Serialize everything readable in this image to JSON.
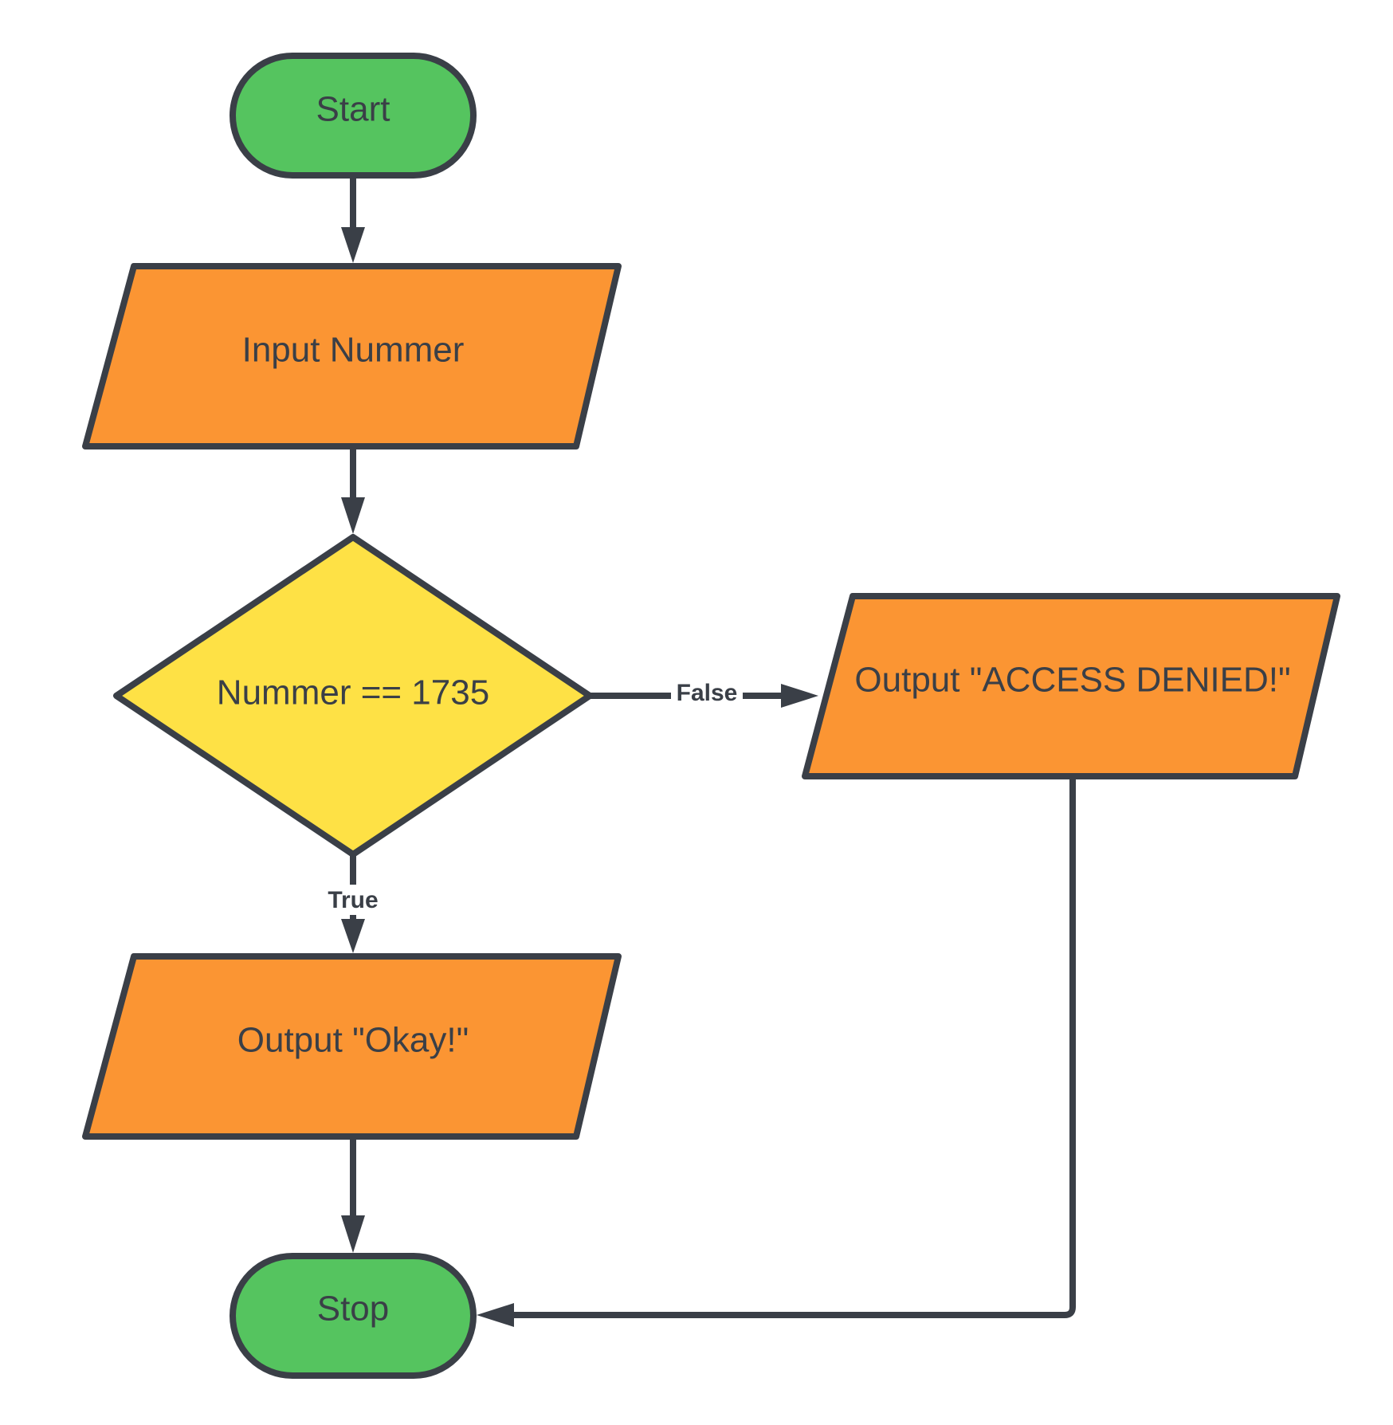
{
  "diagram": {
    "nodes": {
      "start": {
        "label": "Start",
        "shape": "terminator"
      },
      "input": {
        "label": "Input Nummer",
        "shape": "data"
      },
      "decision": {
        "label": "Nummer == 1735",
        "shape": "decision"
      },
      "output_denied": {
        "label": "Output \"ACCESS DENIED!\"",
        "shape": "data"
      },
      "output_okay": {
        "label": "Output \"Okay!\"",
        "shape": "data"
      },
      "stop": {
        "label": "Stop",
        "shape": "terminator"
      }
    },
    "edges": {
      "start_to_input": {
        "from": "start",
        "to": "input",
        "label": ""
      },
      "input_to_decision": {
        "from": "input",
        "to": "decision",
        "label": ""
      },
      "decision_false": {
        "from": "decision",
        "to": "output_denied",
        "label": "False"
      },
      "decision_true": {
        "from": "decision",
        "to": "output_okay",
        "label": "True"
      },
      "okay_to_stop": {
        "from": "output_okay",
        "to": "stop",
        "label": ""
      },
      "denied_to_stop": {
        "from": "output_denied",
        "to": "stop",
        "label": ""
      }
    },
    "colors": {
      "terminator_fill": "#55c45f",
      "data_fill": "#fb9533",
      "decision_fill": "#fee145",
      "stroke": "#3a3f47",
      "text": "#3a3f47"
    }
  }
}
